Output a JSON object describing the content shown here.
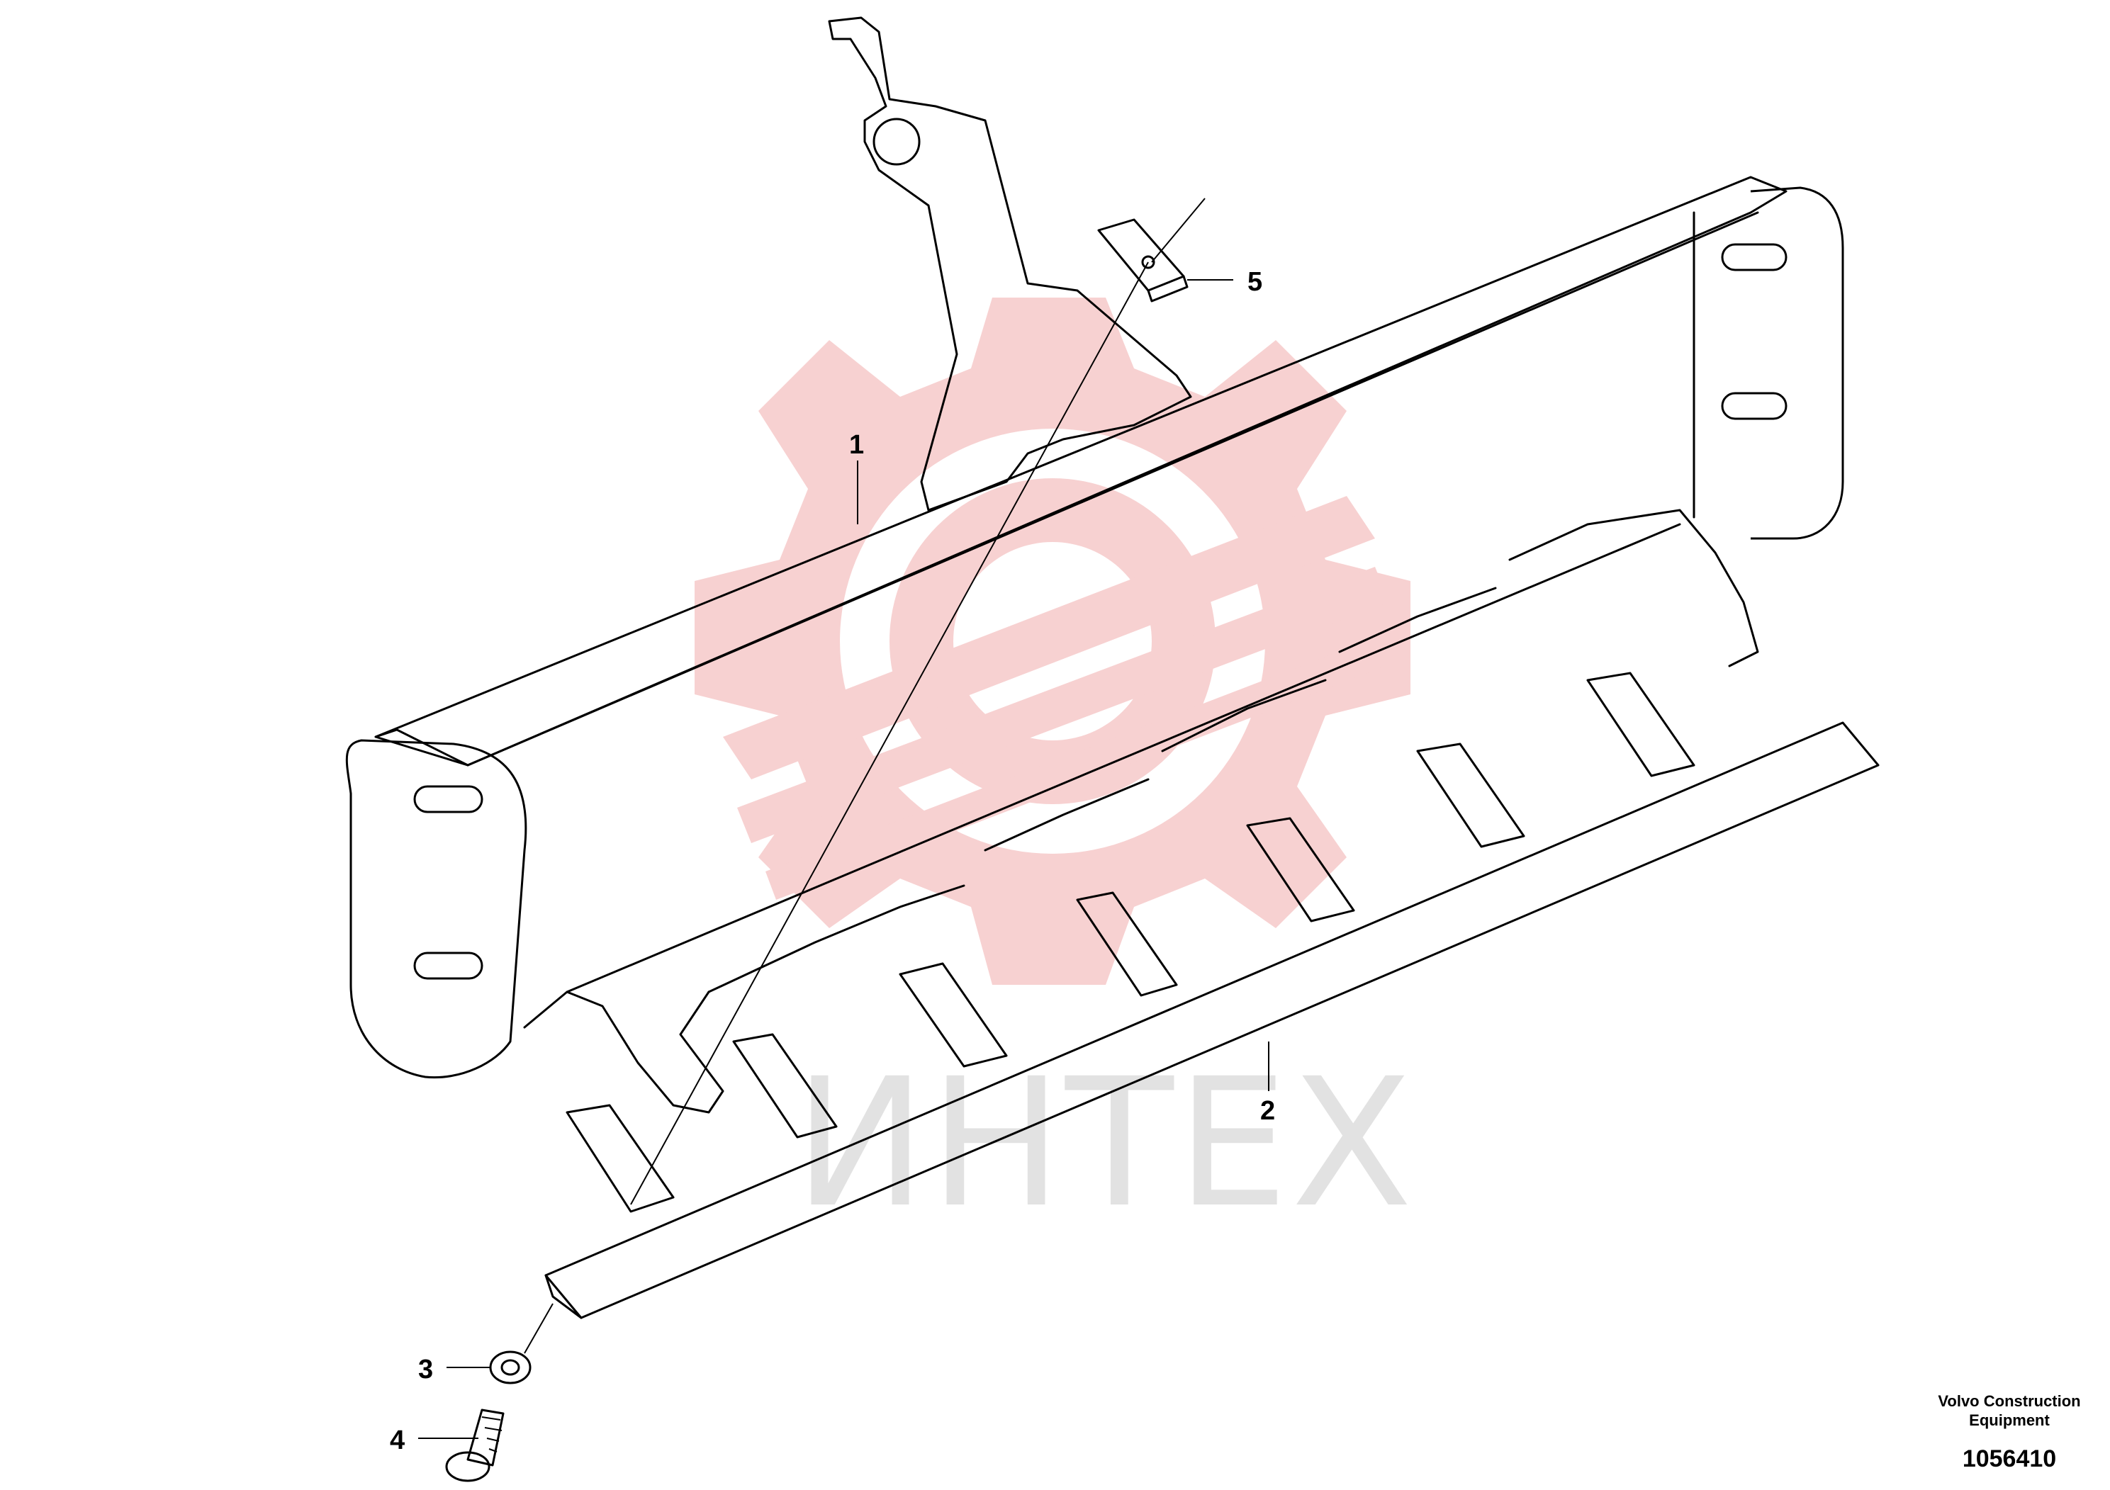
{
  "watermark": {
    "text": "ИНТЕХ",
    "gear_color": "#f2b6b6",
    "text_color": "#e2e2e2"
  },
  "callouts": [
    {
      "id": "1",
      "label": "1"
    },
    {
      "id": "2",
      "label": "2"
    },
    {
      "id": "3",
      "label": "3"
    },
    {
      "id": "4",
      "label": "4"
    },
    {
      "id": "5",
      "label": "5"
    }
  ],
  "footer": {
    "brand_line1": "Volvo Construction",
    "brand_line2": "Equipment",
    "doc_number": "1056410"
  },
  "line_color": "#000000"
}
